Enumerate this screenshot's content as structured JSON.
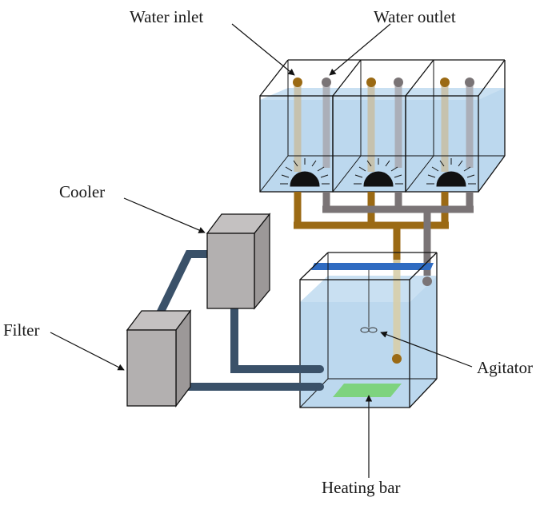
{
  "labels": {
    "water_inlet": "Water inlet",
    "water_outlet": "Water outlet",
    "cooler": "Cooler",
    "filter": "Filter",
    "agitator": "Agitator",
    "heating_bar": "Heating bar"
  },
  "tank_count": 3,
  "colors": {
    "water": "#bcd8ee",
    "water_deep": "#a9cbe6",
    "inlet_pipe": "#9b6a14",
    "outlet_pipe": "#7a7476",
    "hose": "#3a5169",
    "unit_box": "#b3b0b0",
    "blue_bar": "#2f6bc1",
    "heating_bar": "#7ed37e",
    "lamp": "#111111"
  }
}
